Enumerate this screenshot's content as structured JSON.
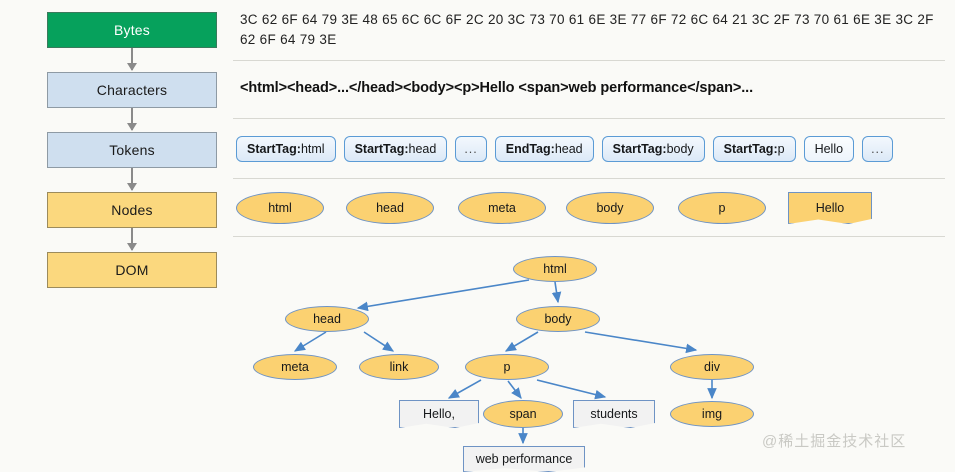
{
  "pipeline": {
    "steps": [
      {
        "label": "Bytes",
        "color": "#06A15C"
      },
      {
        "label": "Characters",
        "color": "#CFDFEF"
      },
      {
        "label": "Tokens",
        "color": "#CFDFEF"
      },
      {
        "label": "Nodes",
        "color": "#FBD87E"
      },
      {
        "label": "DOM",
        "color": "#FBD87E"
      }
    ]
  },
  "bytes_row": {
    "text": "3C 62 6F 64 79 3E 48 65 6C 6C 6F 2C 20 3C 73 70 61 6E 3E 77 6F 72 6C 64 21 3C 2F 73 70 61 6E 3E 3C 2F 62 6F 64 79 3E"
  },
  "characters_row": {
    "text": "<html><head>...</head><body><p>Hello <span>web performance</span>..."
  },
  "tokens_row": {
    "tokens": [
      {
        "key": "StartTag:",
        "value": " html",
        "style": "tag"
      },
      {
        "key": "StartTag:",
        "value": " head",
        "style": "tag"
      },
      {
        "key": "",
        "value": "...",
        "style": "dots"
      },
      {
        "key": "EndTag:",
        "value": " head",
        "style": "tag"
      },
      {
        "key": "StartTag:",
        "value": " body",
        "style": "tag"
      },
      {
        "key": "StartTag:",
        "value": " p",
        "style": "tag"
      },
      {
        "key": "",
        "value": "Hello",
        "style": "plain"
      },
      {
        "key": "",
        "value": "...",
        "style": "dots"
      }
    ]
  },
  "nodes_row": {
    "nodes": [
      {
        "label": "html",
        "shape": "ellipse"
      },
      {
        "label": "head",
        "shape": "ellipse"
      },
      {
        "label": "meta",
        "shape": "ellipse"
      },
      {
        "label": "body",
        "shape": "ellipse"
      },
      {
        "label": "p",
        "shape": "ellipse"
      },
      {
        "label": "Hello",
        "shape": "note"
      }
    ]
  },
  "dom_tree": {
    "nodes": [
      {
        "id": "html",
        "label": "html",
        "type": "element"
      },
      {
        "id": "head",
        "label": "head",
        "type": "element"
      },
      {
        "id": "body",
        "label": "body",
        "type": "element"
      },
      {
        "id": "meta",
        "label": "meta",
        "type": "element"
      },
      {
        "id": "link",
        "label": "link",
        "type": "element"
      },
      {
        "id": "p",
        "label": "p",
        "type": "element"
      },
      {
        "id": "div",
        "label": "div",
        "type": "element"
      },
      {
        "id": "hello",
        "label": "Hello,",
        "type": "text"
      },
      {
        "id": "span",
        "label": "span",
        "type": "element"
      },
      {
        "id": "students",
        "label": "students",
        "type": "text"
      },
      {
        "id": "img",
        "label": "img",
        "type": "element"
      },
      {
        "id": "webperf",
        "label": "web performance",
        "type": "text"
      }
    ],
    "edges": [
      {
        "from": "html",
        "to": "head"
      },
      {
        "from": "html",
        "to": "body"
      },
      {
        "from": "head",
        "to": "meta"
      },
      {
        "from": "head",
        "to": "link"
      },
      {
        "from": "body",
        "to": "p"
      },
      {
        "from": "body",
        "to": "div"
      },
      {
        "from": "p",
        "to": "hello"
      },
      {
        "from": "p",
        "to": "span"
      },
      {
        "from": "p",
        "to": "students"
      },
      {
        "from": "div",
        "to": "img"
      },
      {
        "from": "span",
        "to": "webperf"
      }
    ]
  },
  "watermark": {
    "text": "@稀土掘金技术社区"
  },
  "colors": {
    "background": "#FAFAF7",
    "green": "#06A15C",
    "light_blue": "#CFDFEF",
    "yellow": "#FBD87E",
    "node_yellow": "#FBD171",
    "edge_blue": "#4A86C8",
    "divider": "#d8d8d2"
  }
}
